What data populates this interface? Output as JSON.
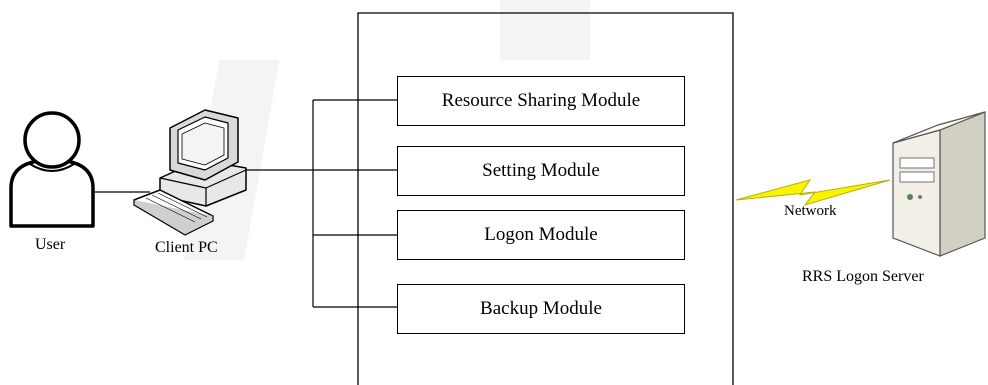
{
  "diagram": {
    "user_label": "User",
    "client_label": "Client PC",
    "network_label": "Network",
    "server_label": "RRS Logon Server",
    "modules": [
      "Resource Sharing Module",
      "Setting Module",
      "Logon Module",
      "Backup Module"
    ]
  }
}
